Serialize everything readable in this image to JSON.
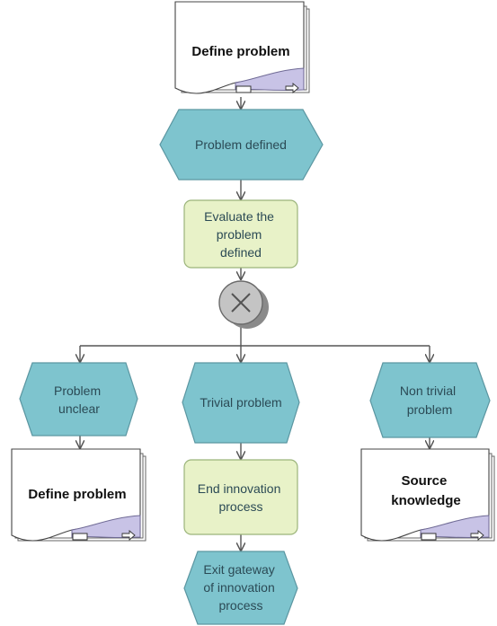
{
  "diagram": {
    "top_doc": {
      "label": "Define problem"
    },
    "event_defined": {
      "label": "Problem defined"
    },
    "func_evaluate": {
      "lines": [
        "Evaluate the",
        "problem",
        "defined"
      ]
    },
    "gateway": {
      "icon": "xor-gateway-icon"
    },
    "event_unclear": {
      "lines": [
        "Problem",
        "unclear"
      ]
    },
    "event_trivial": {
      "label": "Trivial problem"
    },
    "event_nontrivial": {
      "lines": [
        "Non trivial",
        "problem"
      ]
    },
    "left_doc": {
      "label": "Define problem"
    },
    "func_end": {
      "lines": [
        "End innovation",
        "process"
      ]
    },
    "right_doc": {
      "lines": [
        "Source",
        "knowledge"
      ]
    },
    "event_exit": {
      "lines": [
        "Exit gateway",
        "of innovation",
        "process"
      ]
    },
    "colors": {
      "event_fill": "#7ec4ce",
      "function_fill": "#e8f2c8",
      "document_accent": "#c8c3e6",
      "gateway_fill": "#c4c4c4"
    }
  }
}
